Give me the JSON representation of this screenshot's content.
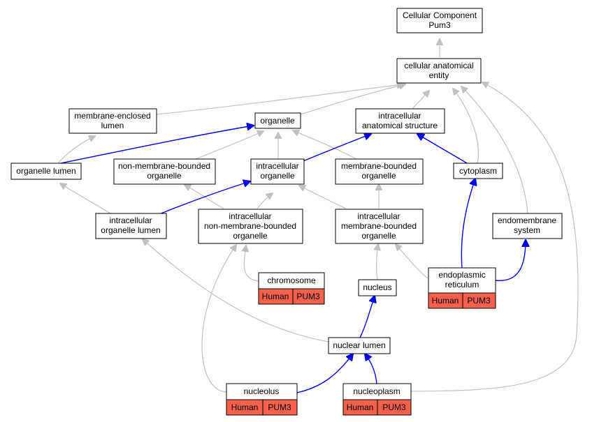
{
  "graph": {
    "title_node": {
      "line1": "Cellular Component",
      "line2": "Pum3"
    },
    "nodes": {
      "cellular_anatomical_entity": {
        "line1": "cellular anatomical",
        "line2": "entity"
      },
      "membrane_enclosed_lumen": {
        "line1": "membrane-enclosed",
        "line2": "lumen"
      },
      "organelle": {
        "line1": "organelle"
      },
      "intracellular_anatomical_structure": {
        "line1": "intracellular",
        "line2": "anatomical structure"
      },
      "organelle_lumen": {
        "line1": "organelle lumen"
      },
      "non_membrane_bounded_organelle": {
        "line1": "non-membrane-bounded",
        "line2": "organelle"
      },
      "intracellular_organelle": {
        "line1": "intracellular",
        "line2": "organelle"
      },
      "membrane_bounded_organelle": {
        "line1": "membrane-bounded",
        "line2": "organelle"
      },
      "cytoplasm": {
        "line1": "cytoplasm"
      },
      "intracellular_organelle_lumen": {
        "line1": "intracellular",
        "line2": "organelle lumen"
      },
      "intracellular_non_membrane_bounded_organelle": {
        "line1": "intracellular",
        "line2": "non-membrane-bounded",
        "line3": "organelle"
      },
      "intracellular_membrane_bounded_organelle": {
        "line1": "intracellular",
        "line2": "membrane-bounded",
        "line3": "organelle"
      },
      "endomembrane_system": {
        "line1": "endomembrane",
        "line2": "system"
      },
      "chromosome": {
        "line1": "chromosome"
      },
      "nucleus": {
        "line1": "nucleus"
      },
      "endoplasmic_reticulum": {
        "line1": "endoplasmic",
        "line2": "reticulum"
      },
      "nuclear_lumen": {
        "line1": "nuclear lumen"
      },
      "nucleolus": {
        "line1": "nucleolus"
      },
      "nucleoplasm": {
        "line1": "nucleoplasm"
      }
    },
    "annotation_tags": {
      "species": "Human",
      "gene": "PUM3"
    },
    "colors": {
      "tag_fill": "#f5614a",
      "gray_edge": "#c0c0c0",
      "blue_edge": "#0000ee"
    }
  }
}
